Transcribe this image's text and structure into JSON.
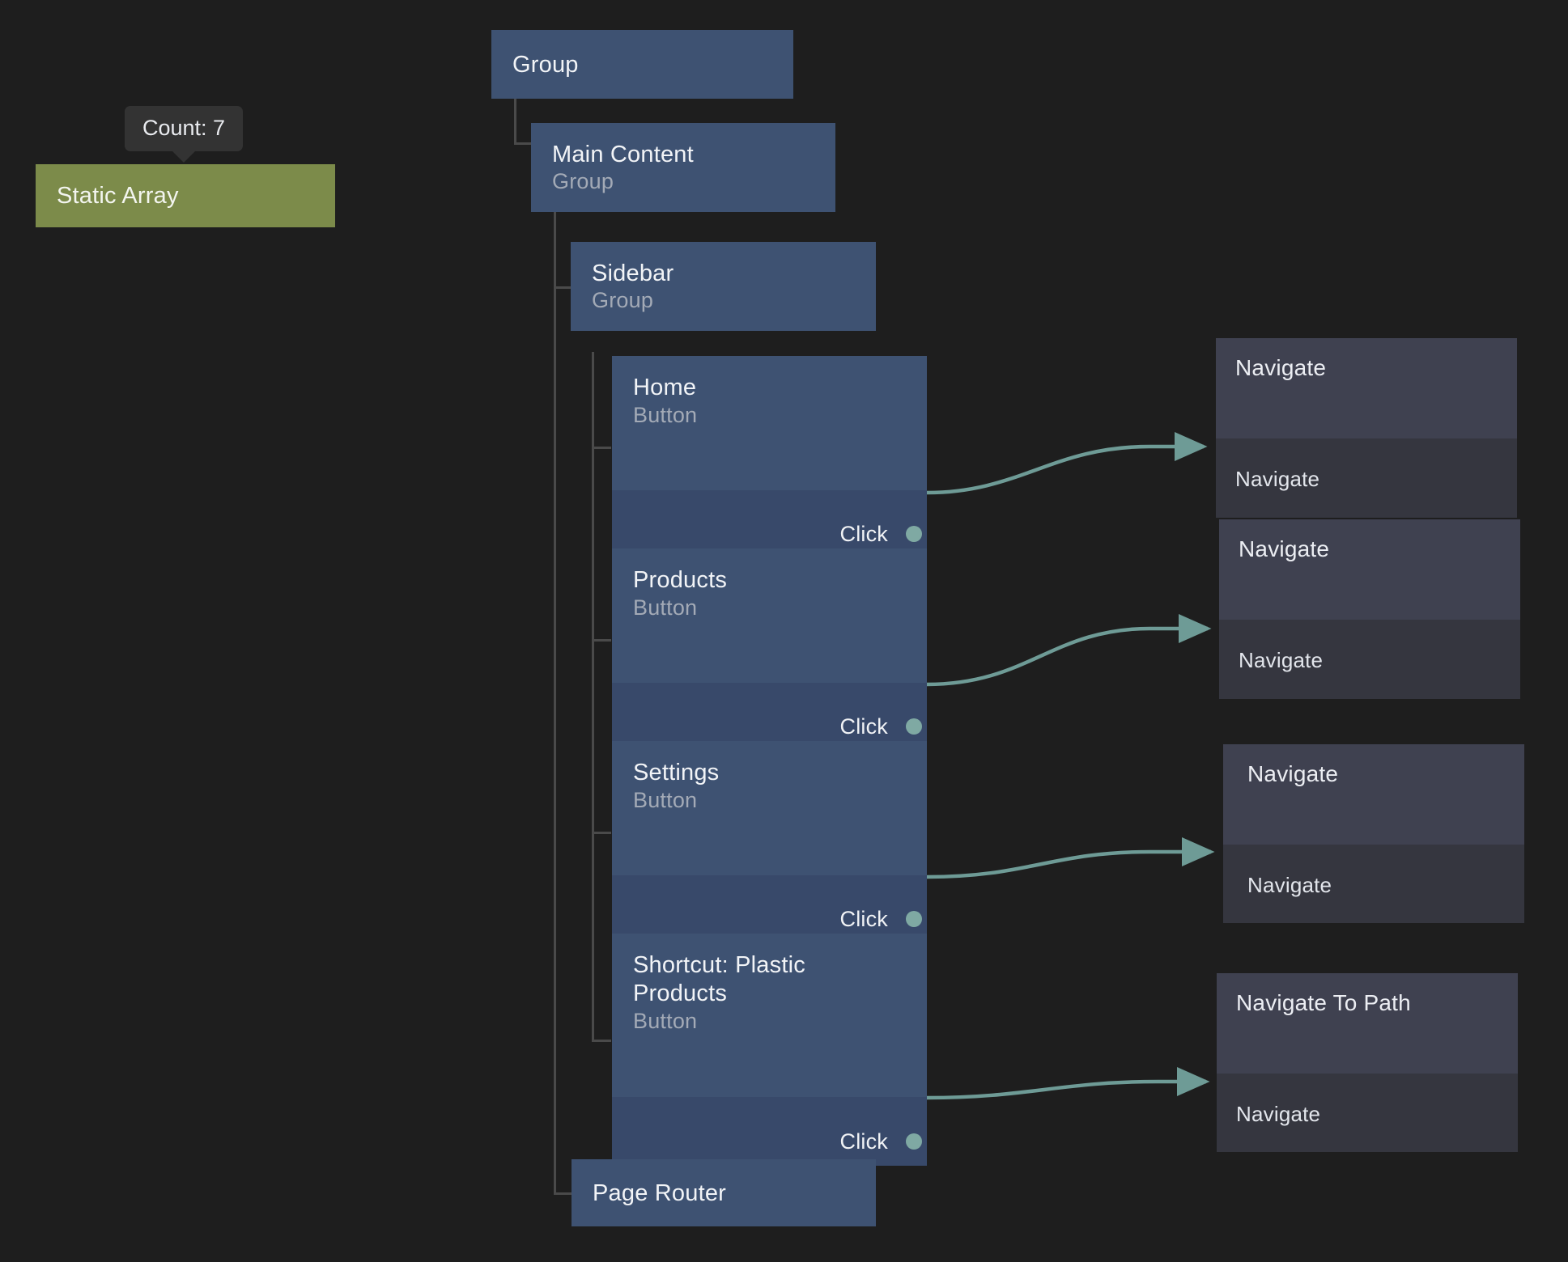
{
  "canvas": {
    "background": "#1e1e1e",
    "accent_node": "#3e5272",
    "accent_node_body": "#38496a",
    "action_header": "#3f4150",
    "action_body": "#35363f",
    "highlight": "#7c8b4a",
    "edge_color": "#6e9b96",
    "port_dot_color": "#7fa9a3",
    "tree_line_color": "#4a4a4a"
  },
  "tooltip": {
    "text": "Count: 7"
  },
  "highlight_node": {
    "title": "Static Array"
  },
  "tree": {
    "root": {
      "title": "Group"
    },
    "main_content": {
      "title": "Main Content",
      "subtitle": "Group"
    },
    "sidebar": {
      "title": "Sidebar",
      "subtitle": "Group"
    },
    "page_router": {
      "title": "Page Router"
    },
    "buttons": [
      {
        "title": "Home",
        "subtitle": "Button",
        "port": "Click"
      },
      {
        "title": "Products",
        "subtitle": "Button",
        "port": "Click"
      },
      {
        "title": "Settings",
        "subtitle": "Button",
        "port": "Click"
      },
      {
        "title": "Shortcut: Plastic Products",
        "subtitle": "Button",
        "port": "Click"
      }
    ]
  },
  "actions": [
    {
      "title": "Navigate",
      "port": "Navigate"
    },
    {
      "title": "Navigate",
      "port": "Navigate"
    },
    {
      "title": "Navigate",
      "port": "Navigate"
    },
    {
      "title": "Navigate To Path",
      "port": "Navigate"
    }
  ]
}
